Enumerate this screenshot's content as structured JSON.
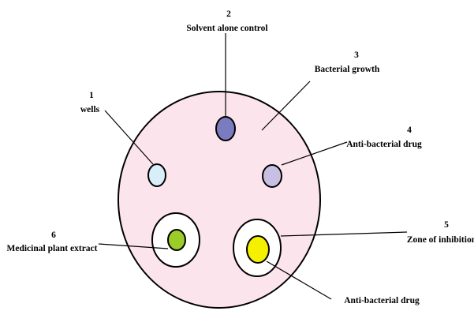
{
  "labels": {
    "wells": {
      "number": "1",
      "text": "wells"
    },
    "solvent_control": {
      "number": "2",
      "text": "Solvent alone control"
    },
    "bacterial_growth": {
      "number": "3",
      "text": "Bacterial growth"
    },
    "antibacterial_drug_well": {
      "number": "4",
      "text": "Anti-bacterial drug"
    },
    "zone_of_inhibition": {
      "number": "5",
      "text": "Zone of inhibition"
    },
    "medicinal_plant_extract": {
      "number": "6",
      "text": "Medicinal plant extract"
    },
    "antibacterial_drug_disc": {
      "text": "Anti-bacterial drug"
    }
  },
  "colors": {
    "plate_fill": "#fce4ec",
    "solvent_well": "#7b7bc0",
    "empty_well": "#d8eef8",
    "drug_well": "#c8c0e4",
    "plant_extract_well": "#9ccc28",
    "drug_disc": "#f4f000",
    "inhibition_zone": "#ffffff",
    "outline": "#000000"
  }
}
